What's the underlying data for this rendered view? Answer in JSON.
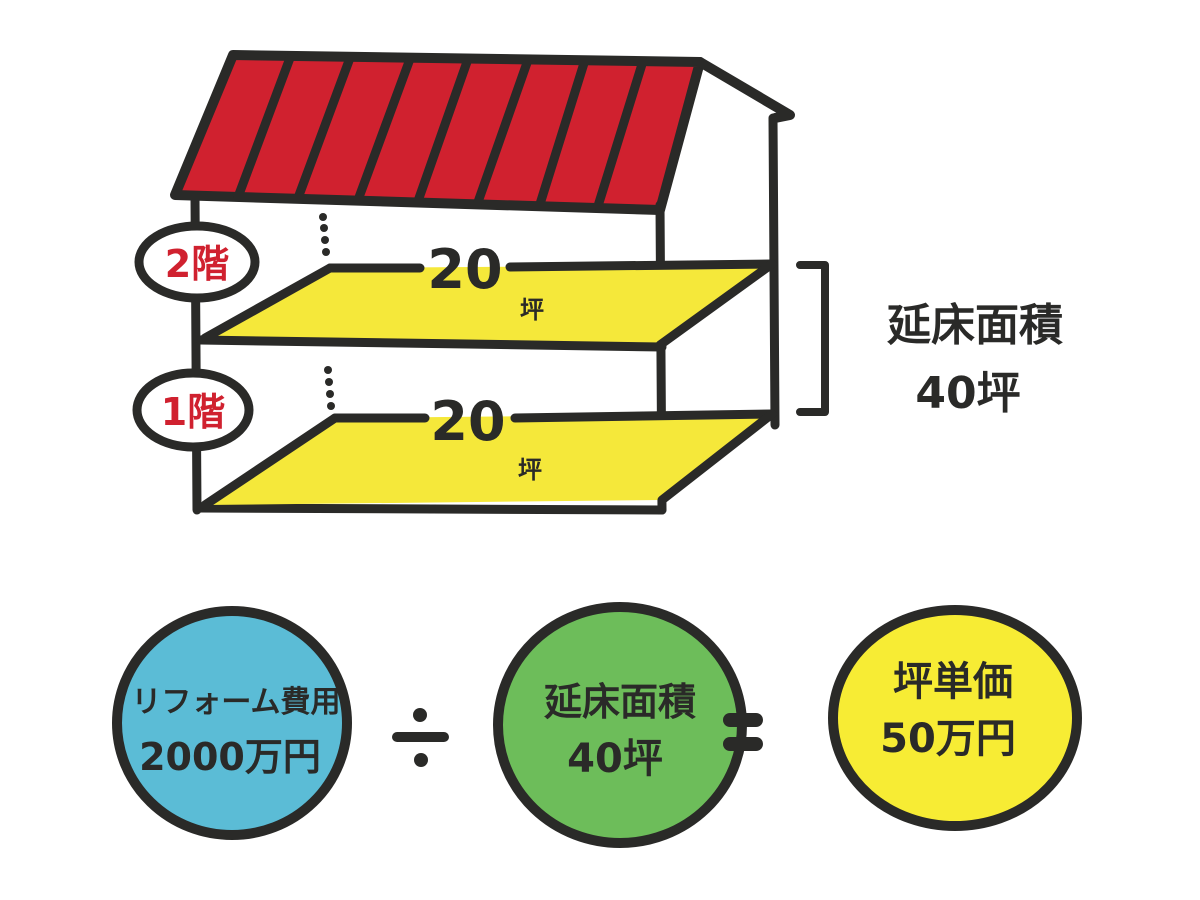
{
  "colors": {
    "ink": "#2a2a28",
    "roof": "#d0212f",
    "floor": "#f5e83a",
    "cost_circle": "#5bbcd6",
    "area_circle": "#6dbd5a",
    "unit_price_circle": "#f7ec34",
    "floor_label_text": "#d0212f",
    "background": "#ffffff"
  },
  "house": {
    "floor2": {
      "label": "2階",
      "area_value": "20",
      "area_unit": "坪"
    },
    "floor1": {
      "label": "1階",
      "area_value": "20",
      "area_unit": "坪"
    },
    "total": {
      "label": "延床面積",
      "value": "40坪"
    }
  },
  "formula": {
    "cost": {
      "line1": "リフォーム費用",
      "line2": "2000万円"
    },
    "divide_symbol": "÷",
    "area": {
      "line1": "延床面積",
      "line2": "40坪"
    },
    "equals_symbol": "=",
    "unit_price": {
      "line1": "坪単価",
      "line2": "50万円"
    }
  }
}
